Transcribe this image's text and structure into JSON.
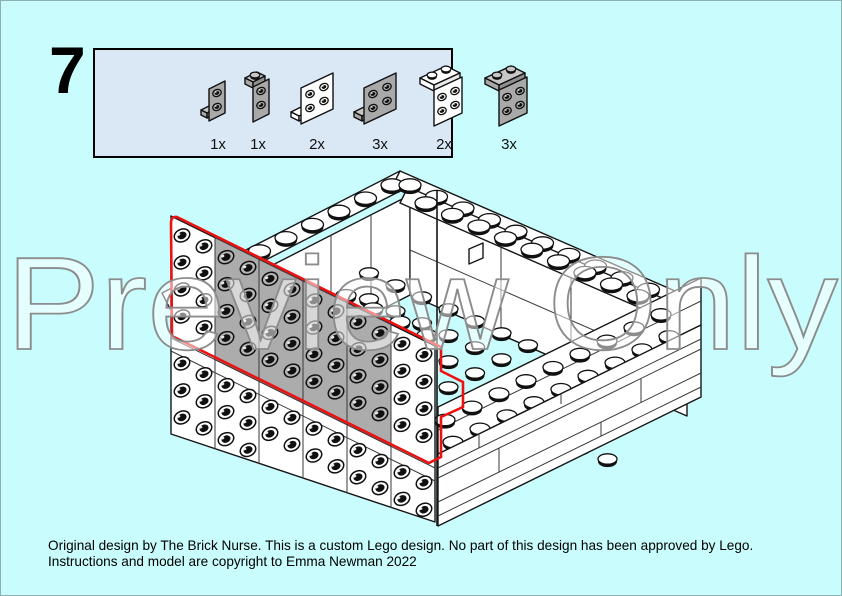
{
  "step": {
    "number": "7"
  },
  "parts_box": {
    "items": [
      {
        "qty": "1x",
        "name": "bracket-1x2-1x2-down-gray",
        "color": "#a9a9a9"
      },
      {
        "qty": "1x",
        "name": "bracket-1x1-1x2-up-gray",
        "color": "#a9a9a9"
      },
      {
        "qty": "2x",
        "name": "bracket-1x2-2x2-down-white",
        "color": "#ffffff"
      },
      {
        "qty": "3x",
        "name": "bracket-1x2-2x2-down-gray",
        "color": "#a9a9a9"
      },
      {
        "qty": "2x",
        "name": "bracket-1x2-2x2-up-white",
        "color": "#ffffff"
      },
      {
        "qty": "3x",
        "name": "bracket-1x2-2x2-up-gray",
        "color": "#a9a9a9"
      }
    ]
  },
  "watermark": {
    "text": "Preview Only"
  },
  "footer": {
    "line1": "Original design by The Brick Nurse. This is a custom Lego design. No part of this design has been approved by Lego.",
    "line2": "Instructions and model are copyright to Emma Newman 2022"
  },
  "colors": {
    "background": "#c9fcfc",
    "parts_box_fill": "#dae8f6",
    "highlight_outline": "#ee1111",
    "new_part_gray": "#acacac"
  }
}
